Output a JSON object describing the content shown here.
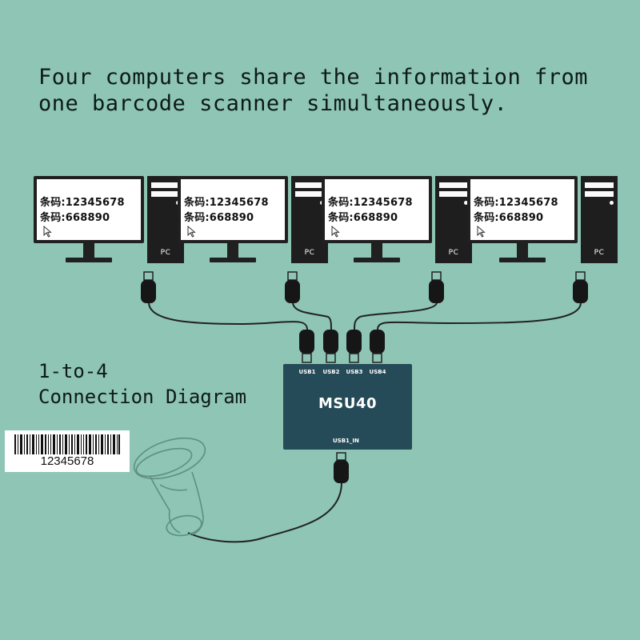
{
  "headline": {
    "line1": "Four computers share the information from",
    "line2": "one barcode scanner simultaneously."
  },
  "side_label": {
    "line1": "1-to-4",
    "line2": "Connection Diagram"
  },
  "computers": [
    {
      "screen_line1": "条码:12345678",
      "screen_line2": "条码:668890",
      "tower_label": "PC"
    },
    {
      "screen_line1": "条码:12345678",
      "screen_line2": "条码:668890",
      "tower_label": "PC"
    },
    {
      "screen_line1": "条码:12345678",
      "screen_line2": "条码:668890",
      "tower_label": "PC"
    },
    {
      "screen_line1": "条码:12345678",
      "screen_line2": "条码:668890",
      "tower_label": "PC"
    }
  ],
  "hub": {
    "name": "MSU40",
    "ports": [
      "USB1",
      "USB2",
      "USB3",
      "USB4"
    ],
    "input_label": "USB1_IN",
    "color": "#254a58"
  },
  "barcode": {
    "digits": "12345678"
  },
  "icons": {
    "cursor": "arrow-pointer-icon",
    "connector": "usb-plug-icon",
    "scanner": "handheld-scanner-icon"
  },
  "colors": {
    "background": "#8ec5b5",
    "device": "#202020"
  }
}
